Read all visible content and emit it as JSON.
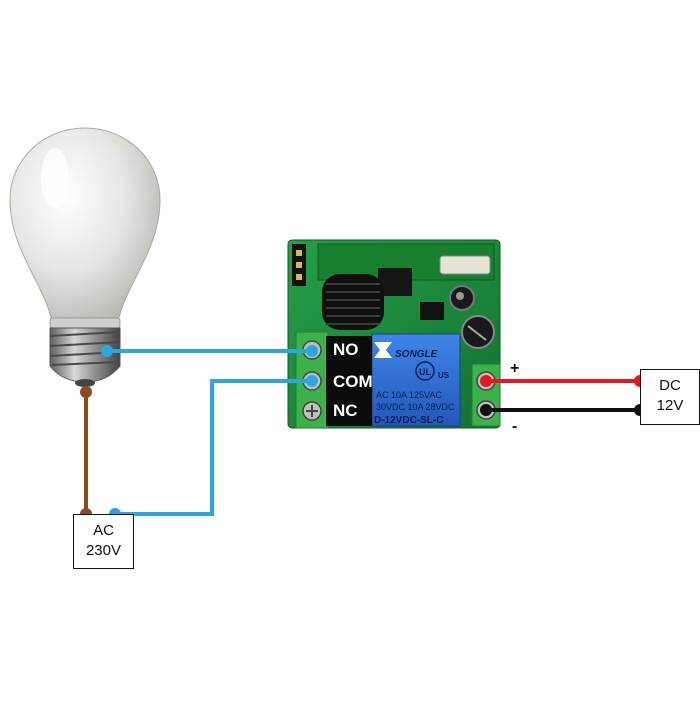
{
  "relay": {
    "pins": {
      "no": "NO",
      "com": "COM",
      "nc": "NC"
    },
    "brand": "SONGLE",
    "cert": "US",
    "rating_line1": "AC 10A 125VAC",
    "rating_line2": "30VDC 10A 28VDC",
    "model": "D-12VDC-SL-C"
  },
  "ac_source": {
    "line1": "AC",
    "line2": "230V"
  },
  "dc_source": {
    "line1": "DC",
    "line2": "12V"
  },
  "polarity": {
    "plus": "+",
    "minus": "-"
  },
  "colors": {
    "live_wire": "#2aa6e0",
    "neutral_wire": "#8b4a22",
    "dc_positive": "#e8171d",
    "dc_negative": "#111111",
    "pcb": "#1c8a3a",
    "terminal": "#3bb34a",
    "relay_body": "#2e6fd0"
  }
}
